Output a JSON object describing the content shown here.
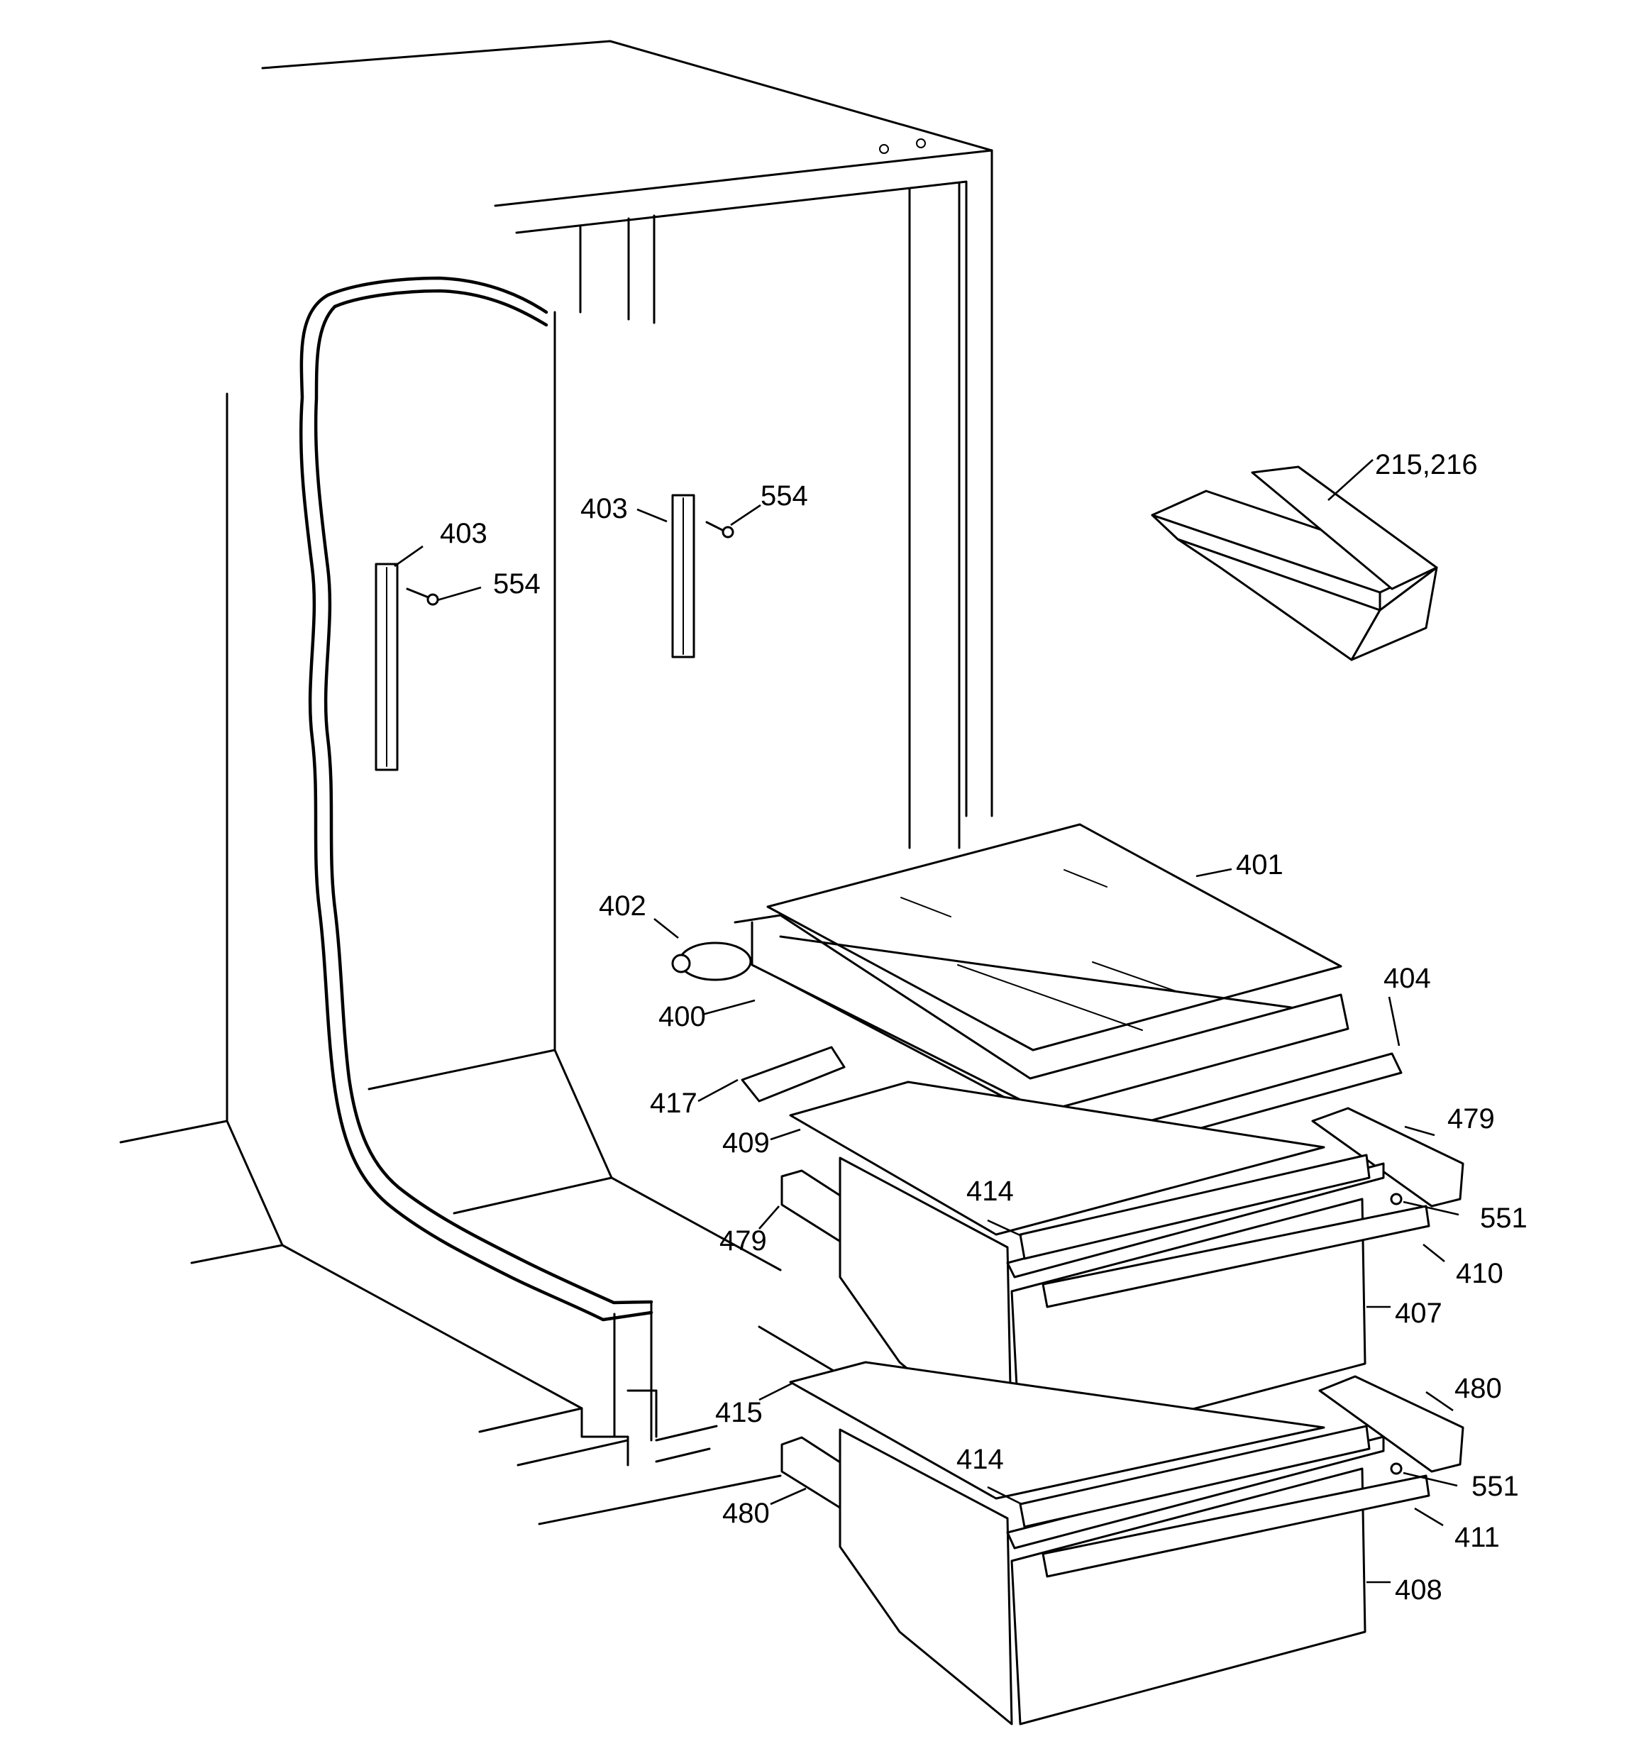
{
  "labels": {
    "p215_216": "215,216",
    "p554_center": "554",
    "p403_center": "403",
    "p403_left": "403",
    "p554_left": "554",
    "p401": "401",
    "p402": "402",
    "p404": "404",
    "p400": "400",
    "p417": "417",
    "p479_right": "479",
    "p409": "409",
    "p414_upper": "414",
    "p551_upper": "551",
    "p479_left": "479",
    "p410": "410",
    "p407": "407",
    "p480_right": "480",
    "p415": "415",
    "p414_lower": "414",
    "p551_lower": "551",
    "p480_left": "480",
    "p411": "411",
    "p408": "408"
  },
  "colors": {
    "line": "#000000",
    "background": "#ffffff"
  }
}
